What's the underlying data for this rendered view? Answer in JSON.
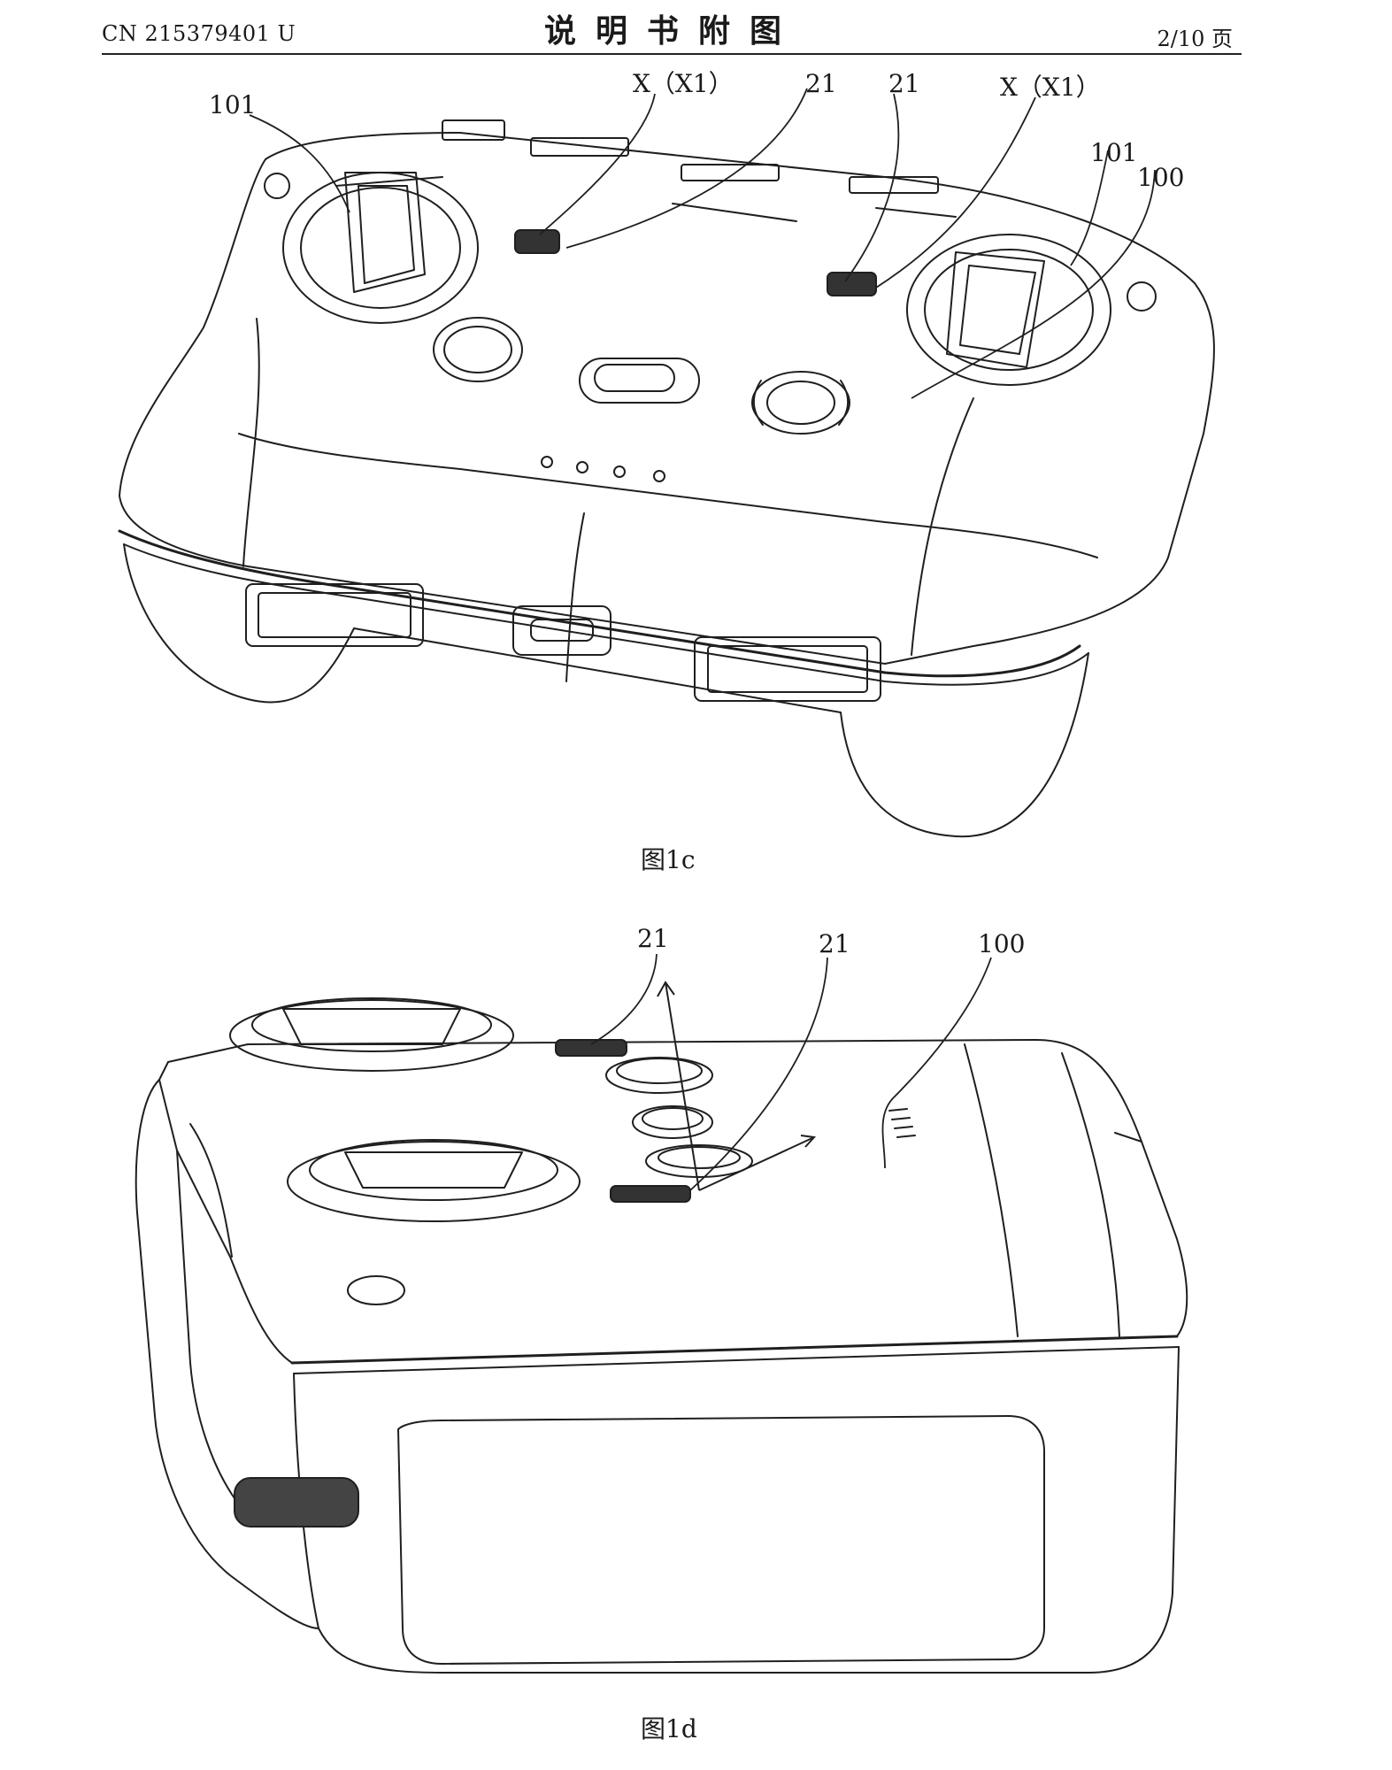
{
  "header": {
    "pub_number": "CN 215379401 U",
    "title": "说明书附图",
    "page": "2/10 页"
  },
  "figure_1c": {
    "caption": "图1c",
    "labels": {
      "l101_left": "101",
      "x_left": "X（X1）",
      "l21_a": "21",
      "l21_b": "21",
      "x_right": "X（X1）",
      "l101_right": "101",
      "l100": "100"
    }
  },
  "figure_1d": {
    "caption": "图1d",
    "labels": {
      "l21_a": "21",
      "l21_b": "21",
      "l100": "100"
    }
  }
}
